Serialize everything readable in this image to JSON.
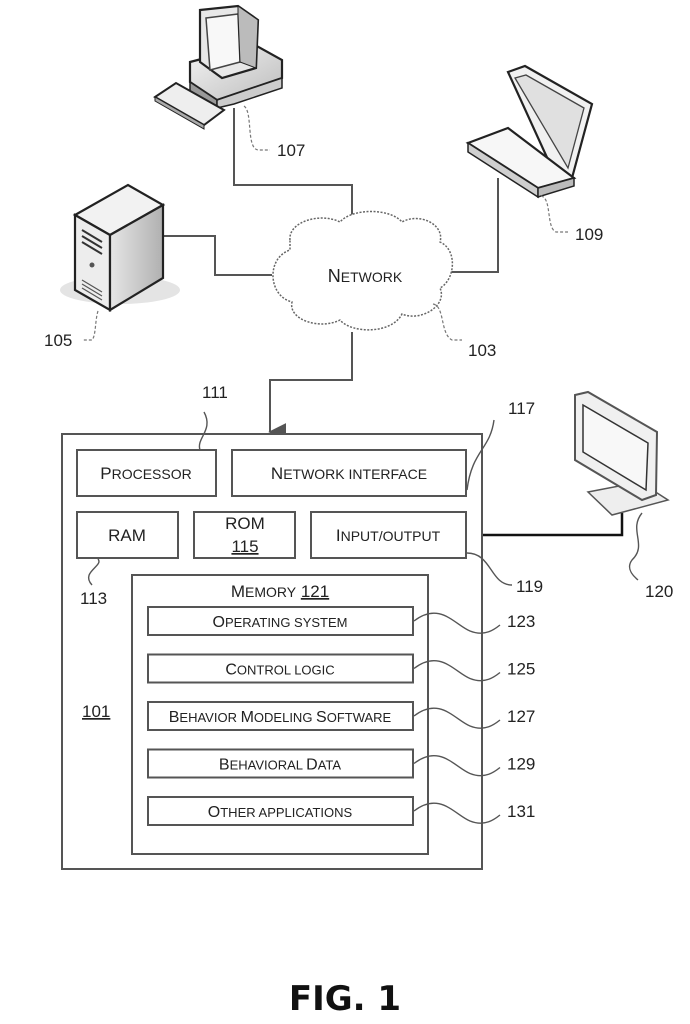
{
  "figure": {
    "caption": "FIG. 1"
  },
  "devices": {
    "desktop": {
      "ref": "107",
      "icon": "desktop-computer-icon"
    },
    "laptop": {
      "ref": "109",
      "icon": "laptop-icon"
    },
    "server": {
      "ref": "105",
      "icon": "server-tower-icon"
    },
    "monitor": {
      "ref": "120",
      "icon": "monitor-icon"
    }
  },
  "network": {
    "label_first": "N",
    "label_rest": "ETWORK",
    "ref": "103"
  },
  "computer": {
    "ref": "101",
    "processor": {
      "label_first": "P",
      "label_rest": "ROCESSOR",
      "ref": "111"
    },
    "network_interface": {
      "label_first": "N",
      "label_rest": "ETWORK INTERFACE",
      "ref": "117"
    },
    "ram": {
      "label": "RAM",
      "ref": "113"
    },
    "rom": {
      "label": "ROM",
      "ref": "115"
    },
    "io": {
      "label_first": "I",
      "label_rest": "NPUT/OUTPUT",
      "ref": "119"
    },
    "memory": {
      "label_first": "M",
      "label_rest": "EMORY",
      "ref": "121",
      "items": [
        {
          "parts": [
            [
              "O",
              "PERATING SYSTEM"
            ]
          ],
          "ref": "123"
        },
        {
          "parts": [
            [
              "C",
              "ONTROL LOGIC"
            ]
          ],
          "ref": "125"
        },
        {
          "parts": [
            [
              "B",
              "EHAVIOR "
            ],
            [
              "M",
              "ODELING "
            ],
            [
              "S",
              "OFTWARE"
            ]
          ],
          "ref": "127"
        },
        {
          "parts": [
            [
              "B",
              "EHAVIORAL "
            ],
            [
              "D",
              "ATA"
            ]
          ],
          "ref": "129"
        },
        {
          "parts": [
            [
              "O",
              "THER APPLICATIONS"
            ]
          ],
          "ref": "131"
        }
      ]
    }
  }
}
